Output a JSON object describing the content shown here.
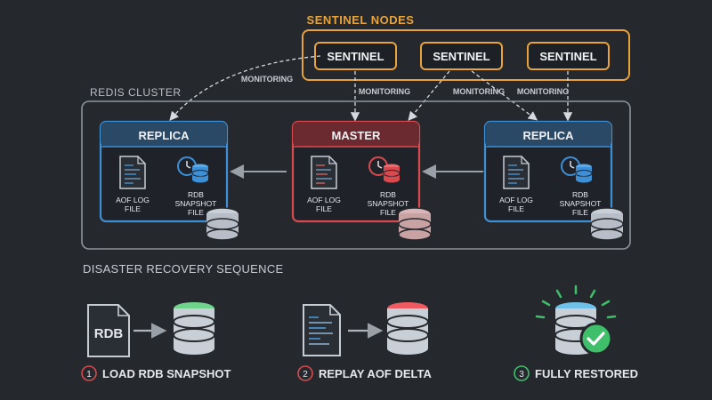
{
  "sentinel": {
    "group_label": "SENTINEL NODES",
    "nodes": [
      "SENTINEL",
      "SENTINEL",
      "SENTINEL"
    ],
    "monitoring_label": "MONITORING"
  },
  "cluster": {
    "label": "REDIS CLUSTER",
    "replica_left": {
      "title": "REPLICA",
      "aof_label": [
        "AOF LOG",
        "FILE"
      ],
      "rdb_label": [
        "RDB",
        "SNAPSHOT",
        "FILE"
      ]
    },
    "master": {
      "title": "MASTER",
      "aof_label": [
        "AOF LOG",
        "FILE"
      ],
      "rdb_label": [
        "RDB",
        "SNAPSHOT",
        "FILE"
      ]
    },
    "replica_right": {
      "title": "REPLICA",
      "aof_label": [
        "AOF LOG",
        "FILE"
      ],
      "rdb_label": [
        "RDB",
        "SNAPSHOT",
        "FILE"
      ]
    }
  },
  "recovery": {
    "heading": "DISASTER RECOVERY SEQUENCE",
    "rdb_text": "RDB",
    "steps": [
      {
        "number": "1",
        "label": "LOAD RDB SNAPSHOT"
      },
      {
        "number": "2",
        "label": "REPLAY AOF DELTA"
      },
      {
        "number": "3",
        "label": "FULLY RESTORED"
      }
    ]
  },
  "colors": {
    "background": "#25282d",
    "sentinel": "#e8a33d",
    "replica": "#3d8fd6",
    "master": "#d94a4f",
    "success": "#3fbf6a",
    "text": "#e6e8eb",
    "muted": "#b9bec6"
  }
}
